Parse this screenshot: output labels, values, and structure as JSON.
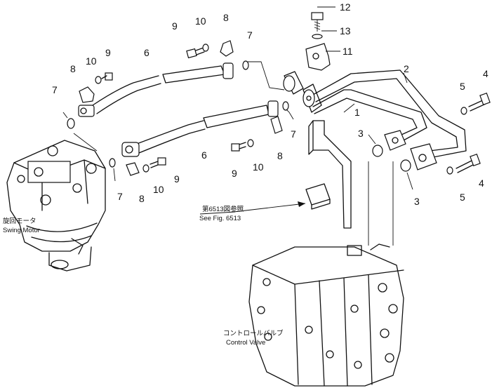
{
  "labels": {
    "swing_motor_jp": "旋回モータ",
    "swing_motor_en": "Swing Motor",
    "control_valve_jp": "コントロールバルブ",
    "control_valve_en": "Control Valve",
    "see_fig_jp": "第6513図参照",
    "see_fig_en": "See Fig. 6513"
  },
  "callouts": {
    "n1": "1",
    "n2": "2",
    "n3a": "3",
    "n3b": "3",
    "n4a": "4",
    "n4b": "4",
    "n5a": "5",
    "n5b": "5",
    "n6a": "6",
    "n6b": "6",
    "n7a": "7",
    "n7b": "7",
    "n7c": "7",
    "n7d": "7",
    "n8a": "8",
    "n8b": "8",
    "n8c": "8",
    "n8d": "8",
    "n9a": "9",
    "n9b": "9",
    "n9c": "9",
    "n9d": "9",
    "n10a": "10",
    "n10b": "10",
    "n10c": "10",
    "n10d": "10",
    "n11": "11",
    "n12": "12",
    "n13": "13"
  }
}
